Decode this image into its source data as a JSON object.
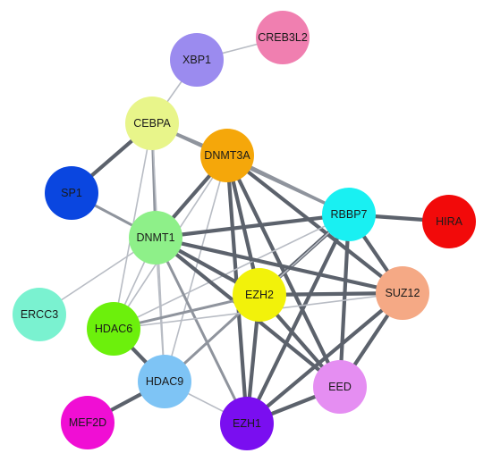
{
  "network": {
    "nodes": [
      {
        "id": "CREB3L2",
        "label": "CREB3L2",
        "color": "#f07fb0"
      },
      {
        "id": "XBP1",
        "label": "XBP1",
        "color": "#9b8bef"
      },
      {
        "id": "CEBPA",
        "label": "CEBPA",
        "color": "#e8f58a"
      },
      {
        "id": "DNMT3A",
        "label": "DNMT3A",
        "color": "#f5a70a"
      },
      {
        "id": "SP1",
        "label": "SP1",
        "color": "#0a46e0"
      },
      {
        "id": "RBBP7",
        "label": "RBBP7",
        "color": "#19f0f2"
      },
      {
        "id": "HIRA",
        "label": "HIRA",
        "color": "#f20a0a"
      },
      {
        "id": "DNMT1",
        "label": "DNMT1",
        "color": "#8ef089"
      },
      {
        "id": "EZH2",
        "label": "EZH2",
        "color": "#f2f20a"
      },
      {
        "id": "SUZ12",
        "label": "SUZ12",
        "color": "#f5a985"
      },
      {
        "id": "ERCC3",
        "label": "ERCC3",
        "color": "#7af2d0"
      },
      {
        "id": "HDAC6",
        "label": "HDAC6",
        "color": "#6cf00c"
      },
      {
        "id": "HDAC9",
        "label": "HDAC9",
        "color": "#7ec4f5"
      },
      {
        "id": "EED",
        "label": "EED",
        "color": "#e58ef2"
      },
      {
        "id": "MEF2D",
        "label": "MEF2D",
        "color": "#f00ed4"
      },
      {
        "id": "EZH1",
        "label": "EZH1",
        "color": "#7a0ef0"
      }
    ],
    "edges": [
      {
        "source": "CREB3L2",
        "target": "XBP1",
        "weight": 1
      },
      {
        "source": "XBP1",
        "target": "CEBPA",
        "weight": 1
      },
      {
        "source": "CEBPA",
        "target": "DNMT3A",
        "weight": 2
      },
      {
        "source": "CEBPA",
        "target": "SP1",
        "weight": 3
      },
      {
        "source": "CEBPA",
        "target": "DNMT1",
        "weight": 2
      },
      {
        "source": "CEBPA",
        "target": "RBBP7",
        "weight": 2
      },
      {
        "source": "CEBPA",
        "target": "HDAC6",
        "weight": 1
      },
      {
        "source": "CEBPA",
        "target": "HDAC9",
        "weight": 1
      },
      {
        "source": "SP1",
        "target": "DNMT1",
        "weight": 2
      },
      {
        "source": "DNMT3A",
        "target": "DNMT1",
        "weight": 3
      },
      {
        "source": "DNMT3A",
        "target": "EZH2",
        "weight": 3
      },
      {
        "source": "DNMT3A",
        "target": "RBBP7",
        "weight": 2
      },
      {
        "source": "DNMT3A",
        "target": "SUZ12",
        "weight": 3
      },
      {
        "source": "DNMT3A",
        "target": "EED",
        "weight": 3
      },
      {
        "source": "DNMT3A",
        "target": "EZH1",
        "weight": 3
      },
      {
        "source": "DNMT3A",
        "target": "HDAC6",
        "weight": 1
      },
      {
        "source": "DNMT3A",
        "target": "HDAC9",
        "weight": 1
      },
      {
        "source": "RBBP7",
        "target": "HIRA",
        "weight": 3
      },
      {
        "source": "RBBP7",
        "target": "DNMT1",
        "weight": 3
      },
      {
        "source": "RBBP7",
        "target": "EZH2",
        "weight": 3
      },
      {
        "source": "RBBP7",
        "target": "SUZ12",
        "weight": 3
      },
      {
        "source": "RBBP7",
        "target": "EED",
        "weight": 3
      },
      {
        "source": "RBBP7",
        "target": "EZH1",
        "weight": 3
      },
      {
        "source": "RBBP7",
        "target": "HDAC6",
        "weight": 1
      },
      {
        "source": "RBBP7",
        "target": "HDAC9",
        "weight": 1
      },
      {
        "source": "DNMT1",
        "target": "EZH2",
        "weight": 3
      },
      {
        "source": "DNMT1",
        "target": "SUZ12",
        "weight": 3
      },
      {
        "source": "DNMT1",
        "target": "EED",
        "weight": 3
      },
      {
        "source": "DNMT1",
        "target": "EZH1",
        "weight": 2
      },
      {
        "source": "DNMT1",
        "target": "HDAC6",
        "weight": 1
      },
      {
        "source": "DNMT1",
        "target": "HDAC9",
        "weight": 1
      },
      {
        "source": "DNMT1",
        "target": "ERCC3",
        "weight": 1
      },
      {
        "source": "EZH2",
        "target": "SUZ12",
        "weight": 3
      },
      {
        "source": "EZH2",
        "target": "EED",
        "weight": 3
      },
      {
        "source": "EZH2",
        "target": "EZH1",
        "weight": 3
      },
      {
        "source": "EZH2",
        "target": "HDAC6",
        "weight": 2
      },
      {
        "source": "EZH2",
        "target": "HDAC9",
        "weight": 2
      },
      {
        "source": "SUZ12",
        "target": "EED",
        "weight": 3
      },
      {
        "source": "SUZ12",
        "target": "EZH1",
        "weight": 3
      },
      {
        "source": "SUZ12",
        "target": "HDAC6",
        "weight": 1
      },
      {
        "source": "EED",
        "target": "EZH1",
        "weight": 3
      },
      {
        "source": "HDAC6",
        "target": "HDAC9",
        "weight": 3
      },
      {
        "source": "HDAC9",
        "target": "MEF2D",
        "weight": 3
      },
      {
        "source": "HDAC9",
        "target": "EZH1",
        "weight": 1
      }
    ]
  }
}
